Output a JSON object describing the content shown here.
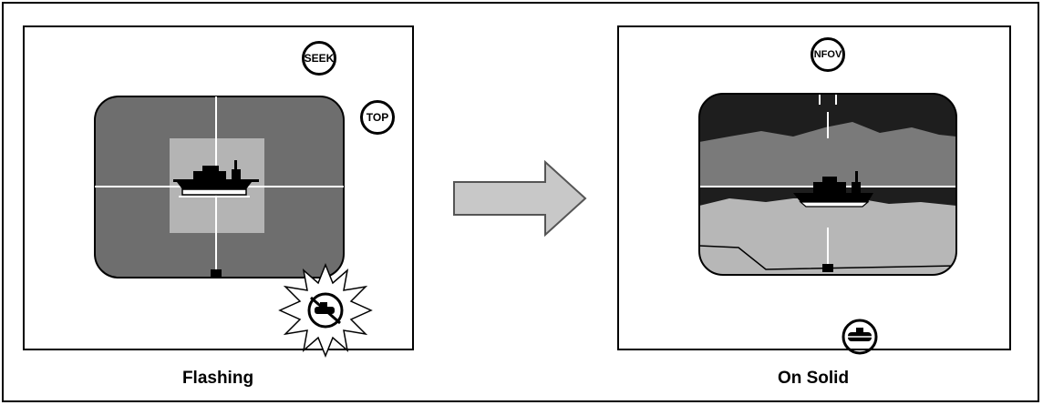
{
  "left_panel": {
    "caption": "Flashing",
    "seek_label": "SEEK",
    "top_label": "TOP",
    "colors": {
      "outer_screen": "#6e6e6e",
      "inner_box": "#b4b4b4",
      "crosshair": "#ffffff"
    },
    "icons": [
      "ship-icon",
      "starburst-track-icon"
    ]
  },
  "right_panel": {
    "caption": "On Solid",
    "nfov_label": "NFOV",
    "colors": {
      "sky": "#1e1e1e",
      "far_shore": "#7a7a7a",
      "water": "#b7b7b7",
      "crosshair": "#ffffff"
    },
    "icons": [
      "ship-icon",
      "track-indicator-icon"
    ]
  },
  "arrow": {
    "icon": "right-arrow-icon",
    "color": "#c8c8c8"
  }
}
